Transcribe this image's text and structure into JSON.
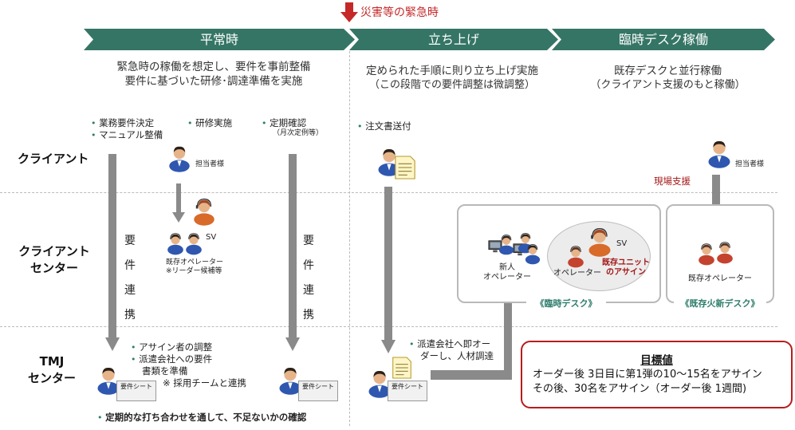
{
  "emergency_label": "災害等の緊急時",
  "phases": [
    {
      "label": "平常時"
    },
    {
      "label": "立ち上げ"
    },
    {
      "label": "臨時デスク稼働"
    }
  ],
  "phase1": {
    "desc_line1": "緊急時の稼働を想定し、要件を事前整備",
    "desc_line2": "要件に基づいた研修･調達準備を実施",
    "b1": "業務要件決定",
    "b2": "マニュアル整備",
    "b3": "研修実施",
    "b4": "定期確認",
    "b4_sub": "（月次定例等）",
    "client_person": "担当者様",
    "sv": "SV",
    "existing_op": "既存オペレーター",
    "existing_op_sub": "※リーダー候補等",
    "req_link": [
      "要",
      "件",
      "連",
      "携"
    ],
    "tmj_b1": "アサイン者の調整",
    "tmj_b2": "派遣会社への要件",
    "tmj_b2b": "書類を準備",
    "tmj_b3": "※ 採用チームと連携",
    "sheet1": "要件シート",
    "sheet2": "要件シート",
    "bottom_note": "定期的な打ち合わせを通して、不足ないかの確認"
  },
  "phase2": {
    "desc_line1": "定められた手順に則り立ち上げ実施",
    "desc_line2": "（この段階での要件調整は微調整）",
    "b1": "注文書送付",
    "tmj_b1": "派遣会社へ即オー",
    "tmj_b1b": "ダーし、人材調達",
    "sheet": "要件シート"
  },
  "phase3": {
    "desc_line1": "既存デスクと並行稼働",
    "desc_line2": "（クライアント支援のもと稼働）",
    "client_person": "担当者様",
    "onsite_support": "現場支援",
    "new_op": "新人",
    "new_op2": "オペレーター",
    "op": "オペレーター",
    "sv": "SV",
    "unit_assign1": "既存ユニット",
    "unit_assign2": "のアサイン",
    "temp_desk": "《臨時デスク》",
    "existing_op": "既存オペレーター",
    "existing_desk": "《既存火新デスク》"
  },
  "rows": {
    "client": "クライアント",
    "client_center1": "クライアント",
    "client_center2": "センター",
    "tmj1": "TMJ",
    "tmj2": "センター"
  },
  "target": {
    "title": "目標値",
    "line1": "オーダー後 3日目に第1弾の10～15名をアサイン",
    "line2": "その後、30名をアサイン（オーダー後 1週間)"
  },
  "colors": {
    "banner": "#357565",
    "arrow_gray": "#8a8a8a",
    "emergency_red": "#c62828",
    "accent_green": "#2e7d6b"
  }
}
